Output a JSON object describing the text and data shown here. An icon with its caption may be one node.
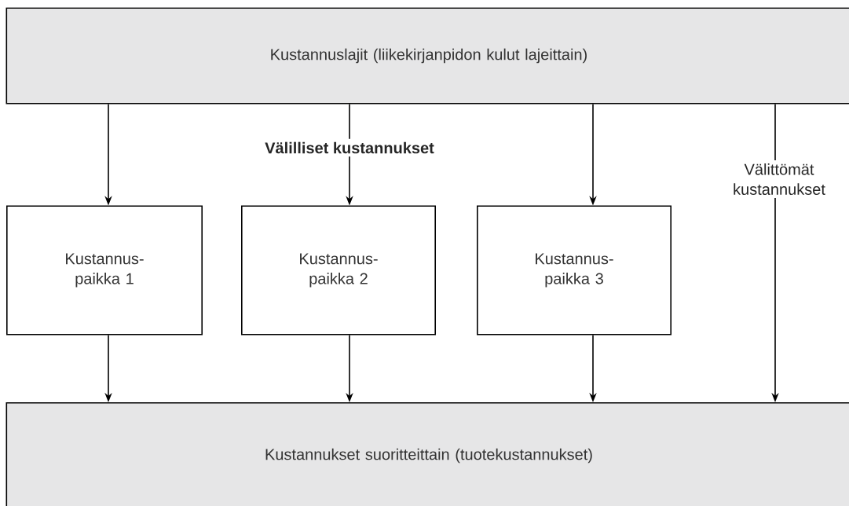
{
  "diagram": {
    "nodes": [
      {
        "text": [
          "Kustannuslajit (liikekirjanpidon kulut lajeittain)"
        ]
      },
      {
        "text": [
          "Kustannus- paikka 1"
        ]
      },
      {
        "text": [
          "Kustannus- paikka 2"
        ]
      },
      {
        "text": [
          "Kustannus- paikka 3"
        ]
      },
      {
        "text": [
          "Kustannukset suoritteittain (tuotekustannukset)"
        ]
      }
    ],
    "edges": [
      {
        "from": 0,
        "to": 1,
        "arrow": "to"
      },
      {
        "from": 0,
        "to": 2,
        "arrow": "to",
        "label": "Välilliset kustannukset"
      },
      {
        "from": 0,
        "to": 3,
        "arrow": "to"
      },
      {
        "from": 0,
        "to": 4,
        "arrow": "to",
        "label": "Välittömät kustannukset"
      },
      {
        "from": 1,
        "to": 4,
        "arrow": "to"
      },
      {
        "from": 2,
        "to": 4,
        "arrow": "to"
      },
      {
        "from": 3,
        "to": 4,
        "arrow": "to"
      }
    ]
  }
}
